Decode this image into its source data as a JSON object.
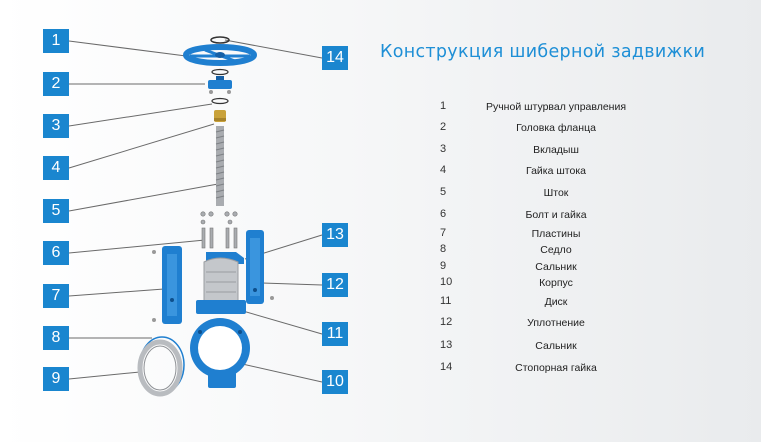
{
  "title": "Конструкция шиберной задвижки",
  "colors": {
    "accent": "#1a86cf",
    "part_blue": "#1f7fd0",
    "steel": "#b9bcc0"
  },
  "callouts": [
    {
      "n": "1"
    },
    {
      "n": "2"
    },
    {
      "n": "3"
    },
    {
      "n": "4"
    },
    {
      "n": "5"
    },
    {
      "n": "6"
    },
    {
      "n": "7"
    },
    {
      "n": "8"
    },
    {
      "n": "9"
    },
    {
      "n": "10"
    },
    {
      "n": "11"
    },
    {
      "n": "12"
    },
    {
      "n": "13"
    },
    {
      "n": "14"
    }
  ],
  "legend": [
    {
      "num": "1",
      "label": "Ручной штурвал управления"
    },
    {
      "num": "2",
      "label": "Головка фланца"
    },
    {
      "num": "3",
      "label": "Вкладыш"
    },
    {
      "num": "4",
      "label": "Гайка штока"
    },
    {
      "num": "5",
      "label": "Шток"
    },
    {
      "num": "6",
      "label": "Болт и гайка"
    },
    {
      "num": "7",
      "label": "Пластины"
    },
    {
      "num": "8",
      "label": "Седло"
    },
    {
      "num": "9",
      "label": "Сальник"
    },
    {
      "num": "10",
      "label": "Корпус"
    },
    {
      "num": "11",
      "label": "Диск"
    },
    {
      "num": "12",
      "label": "Уплотнение"
    },
    {
      "num": "13",
      "label": "Сальник"
    },
    {
      "num": "14",
      "label": "Стопорная гайка"
    }
  ]
}
